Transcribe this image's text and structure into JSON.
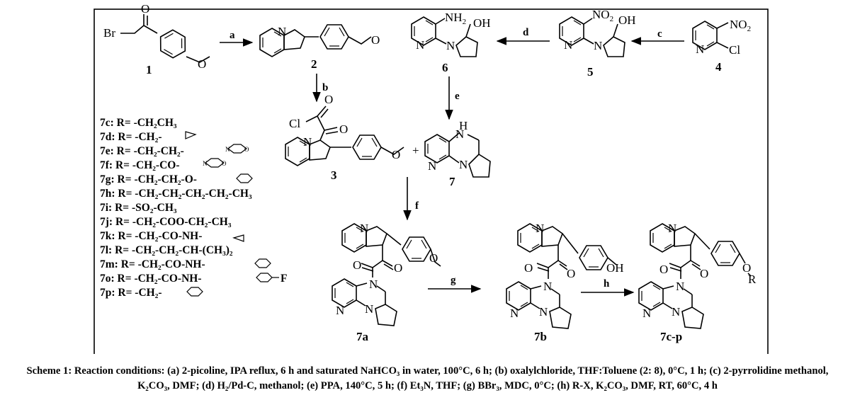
{
  "compounds": {
    "c1": "1",
    "c2": "2",
    "c3": "3",
    "c4": "4",
    "c5": "5",
    "c6": "6",
    "c7": "7",
    "c7a": "7a",
    "c7b": "7b",
    "c7cp": "7c-p"
  },
  "steps": {
    "a": "a",
    "b": "b",
    "c": "c",
    "d": "d",
    "e": "e",
    "f": "f",
    "g": "g",
    "h": "h"
  },
  "atoms": {
    "br": "Br",
    "o": "O",
    "n": "N",
    "oh": "OH",
    "nh2": "NH",
    "nh2_sub": "2",
    "no2": "NO",
    "no2_sub": "2",
    "cl": "Cl",
    "h": "H",
    "r": "R",
    "plus": "+"
  },
  "r_groups": [
    "7c: R= -CH₂CH₃",
    "7d: R= -CH₂-",
    "7e: R= -CH₂-CH₂-",
    "7f: R= -CH₂-CO-",
    "7g: R= -CH₂-CH₂-O-",
    "7h: R= -CH₂-CH₂-CH₂-CH₂-CH₃",
    "7i: R= -SO₂-CH₃",
    "7j: R= -CH₂-COO-CH₂-CH₃",
    "7k: R= -CH₂-CO-NH-",
    "7l: R= -CH₂-CH₂-CH-(CH₃)₂",
    "7m: R= -CH₂-CO-NH-",
    "7o: R= -CH₂-CO-NH-",
    "7p: R= -CH₂-"
  ],
  "r_group_extra": {
    "morph_n": "N",
    "morph_o": "O",
    "fluoro": "F"
  },
  "caption": "Scheme 1: Reaction conditions: (a) 2-picoline, IPA reflux, 6 h and saturated NaHCO₃ in water, 100°C, 6 h; (b) oxalylchloride, THF:Toluene (2: 8), 0°C, 1 h; (c) 2-pyrrolidine methanol, K₂CO₃, DMF; (d) H₂/Pd-C, methanol; (e) PPA, 140°C, 5 h; (f) Et₃N, THF; (g) BBr₃, MDC, 0°C; (h) R-X, K₂CO₃, DMF, RT, 60°C, 4 h"
}
